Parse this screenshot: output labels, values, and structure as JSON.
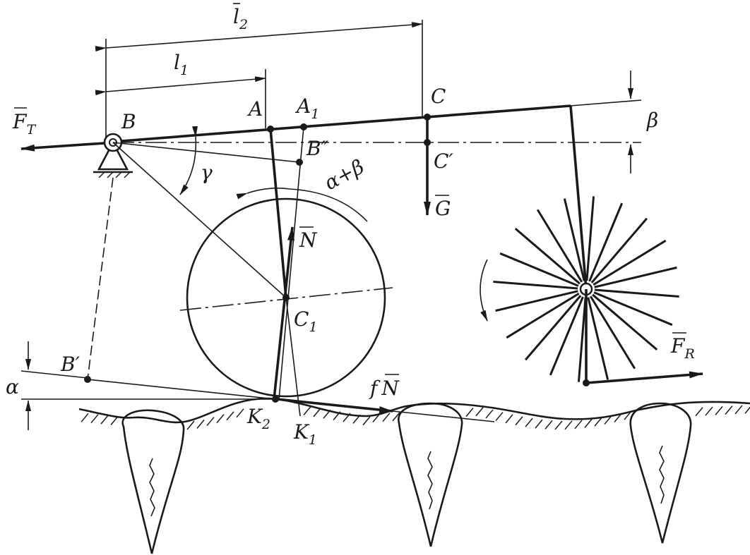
{
  "labels": {
    "l2": "l",
    "l2_sub": "2",
    "l1": "l",
    "l1_sub": "1",
    "FT": "F",
    "FT_sub": "T",
    "B": "B",
    "A": "A",
    "A1": "A",
    "A1_sub": "1",
    "C": "C",
    "Cprime": "C′",
    "Bdouble": "B″",
    "beta": "β",
    "gamma": "γ",
    "alpha_beta": "α+β",
    "G": "G",
    "N": "N",
    "C1": "C",
    "C1_sub": "1",
    "Bprime": "B′",
    "alpha": "α",
    "fN_f": "f",
    "fN_N": "N",
    "K2": "K",
    "K2_sub": "2",
    "K1": "K",
    "K1_sub": "1",
    "FR": "F",
    "FR_sub": "R"
  },
  "colors": {
    "ink": "#1a1a1a",
    "background": "#ffffff"
  }
}
